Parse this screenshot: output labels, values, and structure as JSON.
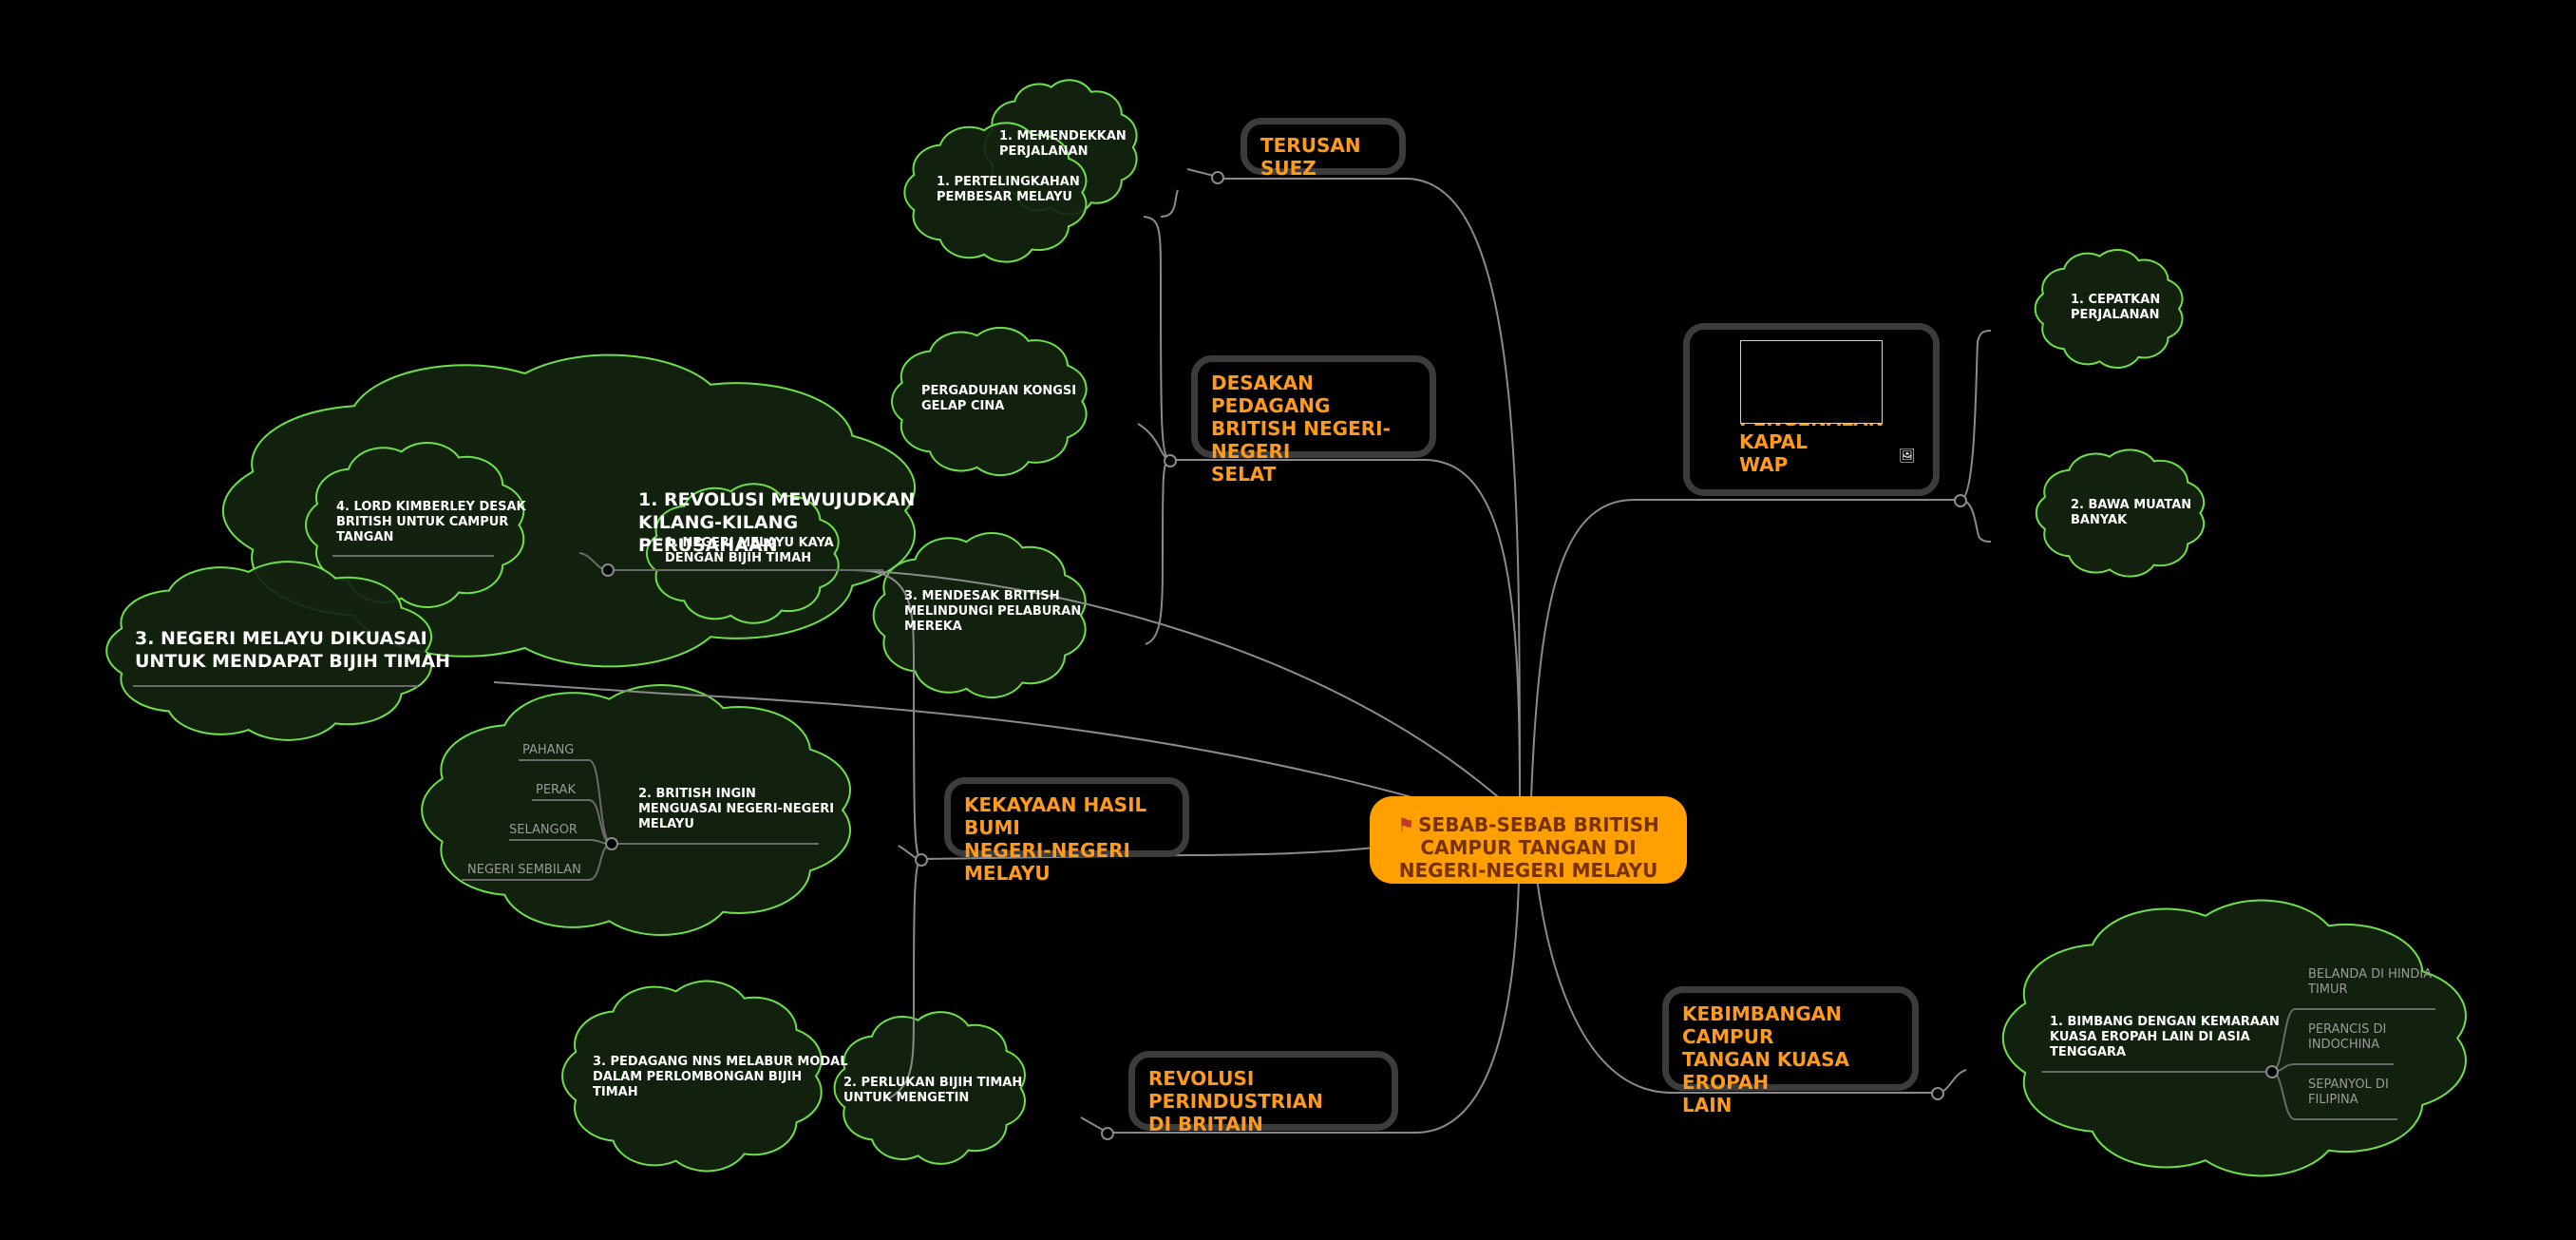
{
  "colors": {
    "background": "#000000",
    "central_fill": "#ffa000",
    "topic_text": "#ff9a1a",
    "topic_border": "#3c3c3c",
    "cloud_fill": "#14230f",
    "cloud_stroke": "#6de04a",
    "connector": "#8a8a8a"
  },
  "central": {
    "flag_icon": "flag-icon",
    "title": "SEBAB-SEBAB BRITISH CAMPUR TANGAN DI NEGERI-NEGERI MELAYU"
  },
  "topics": {
    "suez": "TERUSAN SUEZ",
    "desakan": "DESAKAN PEDAGANG\nBRITISH NEGERI-NEGERI\nSELAT",
    "kekayaan": "KEKAYAAN HASIL BUMI\nNEGERI-NEGERI MELAYU",
    "revolusi": "REVOLUSI PERINDUSTRIAN\nDI BRITAIN",
    "kapal": "PENGENALAN KAPAL\nWAP",
    "kebimbangan": "KEBIMBANGAN CAMPUR\nTANGAN KUASA EROPAH\nLAIN"
  },
  "kapal_image": {
    "icon": "image-icon"
  },
  "subtopics": {
    "memendekkan": "1. MEMENDEKKAN\nPERJALANAN",
    "pertelingkahan": "1. PERTELINGKAHAN\nPEMBESAR MELAYU",
    "pergaduhan": "PERGADUHAN KONGSI\nGELAP CINA",
    "mendesak": "3. MENDESAK BRITISH\nMELINDUNGI PELABURAN\nMEREKA",
    "lord": "4. LORD KIMBERLEY DESAK\nBRITISH UNTUK  CAMPUR\nTANGAN",
    "revolusi_kilang": "1. REVOLUSI MEWUJUDKAN\nKILANG-KILANG\nPERUSAHAAN",
    "negeri_kaya": "1. NEGERI MELAYU KAYA\nDENGAN BIJIH TIMAH",
    "negeri_dikuasai": "3. NEGERI MELAYU DIKUASAI\nUNTUK MENDAPAT BIJIH TIMAH",
    "british_ingin": "2. BRITISH INGIN\nMENGUASAI NEGERI-NEGERI\nMELAYU",
    "pedagang_nns": "3. PEDAGANG NNS MELABUR MODAL\nDALAM PERLOMBONGAN BIJIH\nTIMAH",
    "perlukan": "2. PERLUKAN BIJIH TIMAH\nUNTUK MENGETIN",
    "cepatkan": "1. CEPATKAN\nPERJALANAN",
    "bawa": "2. BAWA MUATAN\nBANYAK",
    "bimbang": "1. BIMBANG DENGAN KEMARAAN\nKUASA EROPAH LAIN DI ASIA\nTENGGARA"
  },
  "states": [
    "PAHANG",
    "PERAK",
    "SELANGOR",
    "NEGERI SEMBILAN"
  ],
  "powers": [
    "BELANDA DI HINDIA\nTIMUR",
    "PERANCIS DI\nINDOCHINA",
    "SEPANYOL DI\nFILIPINA"
  ]
}
